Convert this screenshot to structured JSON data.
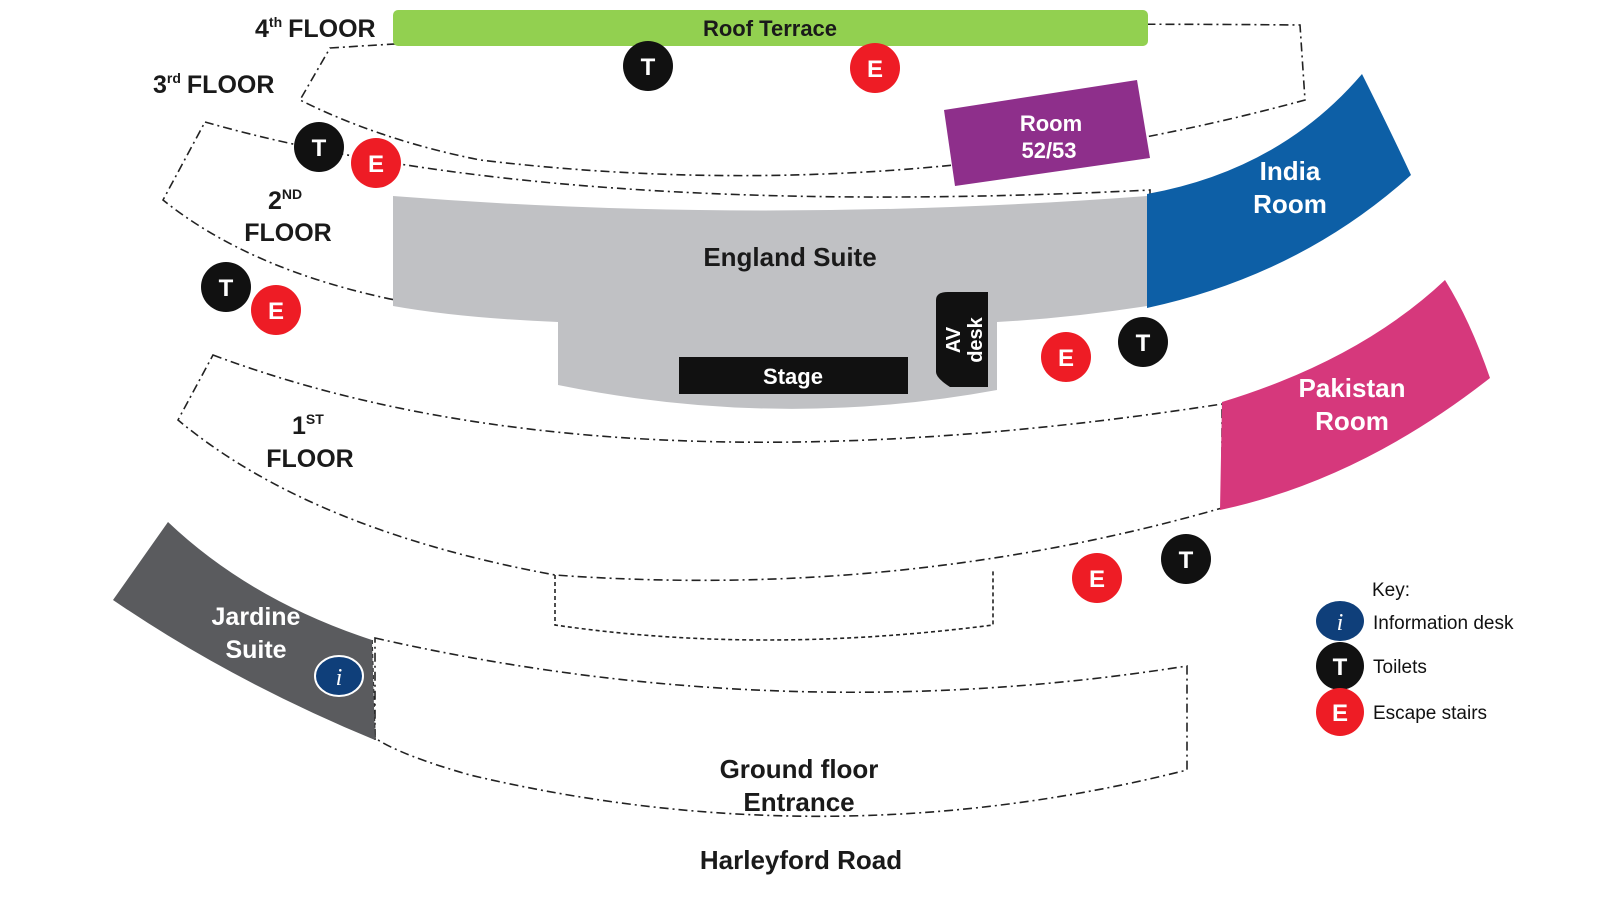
{
  "floors": {
    "fourth": {
      "num": "4",
      "sup": "th",
      "word": "FLOOR"
    },
    "third": {
      "num": "3",
      "sup": "rd",
      "word": "FLOOR"
    },
    "second": {
      "num": "2",
      "sup": "ND",
      "word": "FLOOR"
    },
    "first": {
      "num": "1",
      "sup": "ST",
      "word": "FLOOR"
    },
    "ground": {
      "line1": "Ground floor",
      "line2": "Entrance"
    }
  },
  "rooms": {
    "roof_terrace": "Roof Terrace",
    "room_5253": {
      "line1": "Room",
      "line2": "52/53"
    },
    "india": {
      "line1": "India",
      "line2": "Room"
    },
    "england": "England Suite",
    "stage": "Stage",
    "av_desk": {
      "line1": "AV",
      "line2": "desk"
    },
    "pakistan": {
      "line1": "Pakistan",
      "line2": "Room"
    },
    "jardine": {
      "line1": "Jardine",
      "line2": "Suite"
    }
  },
  "road": "Harleyford Road",
  "markers": {
    "toilet": "T",
    "escape": "E",
    "info": "i"
  },
  "key": {
    "title": "Key:",
    "info_label": "Information desk",
    "toilet_label": "Toilets",
    "escape_label": "Escape stairs"
  },
  "colors": {
    "roof_terrace": "#92d050",
    "room_5253": "#8e2f8b",
    "india": "#0d5fa6",
    "england": "#c0c1c4",
    "pakistan": "#d6387c",
    "jardine": "#5a5b5e",
    "escape": "#ee1c25",
    "toilet": "#111111",
    "info": "#0f3f7a"
  }
}
